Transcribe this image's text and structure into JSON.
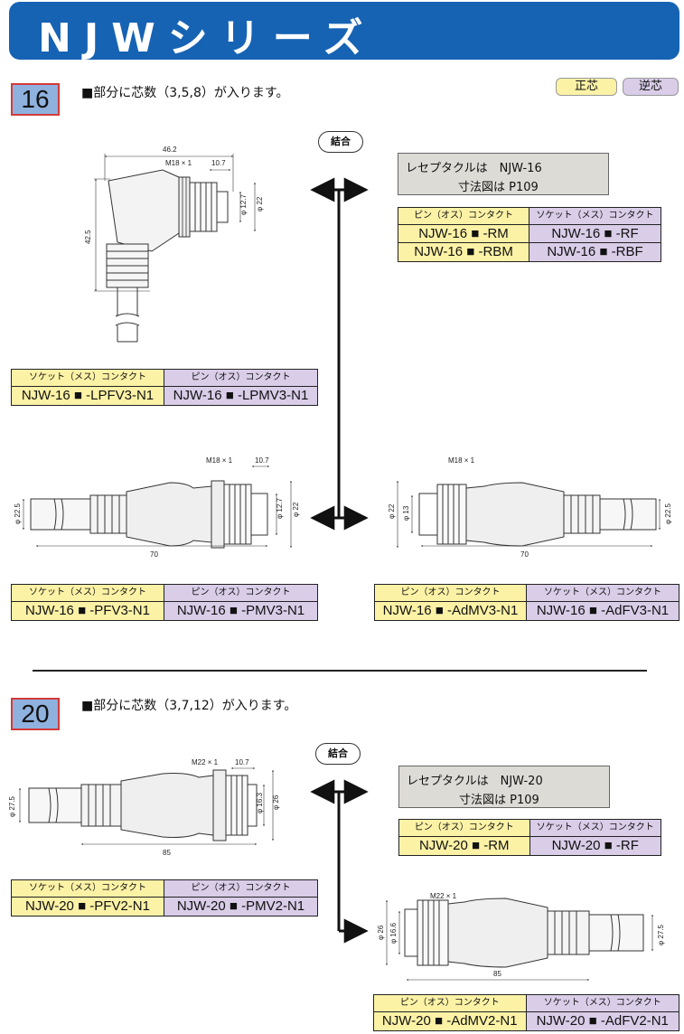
{
  "header": {
    "title": "NJWシリーズ"
  },
  "legend": {
    "normal": "正芯",
    "reverse": "逆芯"
  },
  "sections": [
    {
      "number": "16",
      "note": "■部分に芯数（3,5,8）が入ります。",
      "mate_label": "結合",
      "receptacle": {
        "line1": "レセプタクルは　NJW-16",
        "line2": "寸法図は P109"
      },
      "receptacle_table": {
        "headers": [
          "ピン（オス）コンタクト",
          "ソケット（メス）コンタクト"
        ],
        "rows": [
          [
            "NJW-16 ■ -RM",
            "NJW-16 ■ -RF"
          ],
          [
            "NJW-16 ■ -RBM",
            "NJW-16 ■ -RBF"
          ]
        ]
      },
      "angle_table": {
        "headers": [
          "ソケット（メス）コンタクト",
          "ピン（オス）コンタクト"
        ],
        "rows": [
          [
            "NJW-16 ■ -LPFV3-N1",
            "NJW-16 ■ -LPMV3-N1"
          ]
        ]
      },
      "plug_table": {
        "headers": [
          "ソケット（メス）コンタクト",
          "ピン（オス）コンタクト"
        ],
        "rows": [
          [
            "NJW-16 ■ -PFV3-N1",
            "NJW-16 ■ -PMV3-N1"
          ]
        ]
      },
      "adapter_table": {
        "headers": [
          "ピン（オス）コンタクト",
          "ソケット（メス）コンタクト"
        ],
        "rows": [
          [
            "NJW-16 ■ -AdMV3-N1",
            "NJW-16 ■ -AdFV3-N1"
          ]
        ]
      },
      "dims": {
        "angle": {
          "w": "46.2",
          "thread": "M18 × 1",
          "t": "10.7",
          "h": "42.5",
          "d1": "φ 12.7",
          "d2": "φ 22"
        },
        "plug": {
          "thread": "M18 × 1",
          "t": "10.7",
          "dcable": "φ 22.5",
          "d1": "φ 12.7",
          "d2": "φ 22",
          "len": "70"
        },
        "adapter": {
          "thread": "M18 × 1",
          "d2": "φ 22",
          "d3": "φ 13",
          "dcable": "φ 22.5",
          "len": "70"
        }
      }
    },
    {
      "number": "20",
      "note": "■部分に芯数（3,7,12）が入ります。",
      "mate_label": "結合",
      "receptacle": {
        "line1": "レセプタクルは　NJW-20",
        "line2": "寸法図は P109"
      },
      "receptacle_table": {
        "headers": [
          "ピン（オス）コンタクト",
          "ソケット（メス）コンタクト"
        ],
        "rows": [
          [
            "NJW-20 ■ -RM",
            "NJW-20 ■ -RF"
          ]
        ]
      },
      "plug_table": {
        "headers": [
          "ソケット（メス）コンタクト",
          "ピン（オス）コンタクト"
        ],
        "rows": [
          [
            "NJW-20 ■ -PFV2-N1",
            "NJW-20 ■ -PMV2-N1"
          ]
        ]
      },
      "adapter_table": {
        "headers": [
          "ピン（オス）コンタクト",
          "ソケット（メス）コンタクト"
        ],
        "rows": [
          [
            "NJW-20 ■ -AdMV2-N1",
            "NJW-20 ■ -AdFV2-N1"
          ]
        ]
      },
      "dims": {
        "plug": {
          "thread": "M22 × 1",
          "t": "10.7",
          "dcable": "φ 27.5",
          "d1": "φ 16.3",
          "d2": "φ 26",
          "len": "85"
        },
        "adapter": {
          "thread": "M22 × 1",
          "d2": "φ 26",
          "d3": "φ 16.6",
          "dcable": "φ 27.5",
          "len": "85"
        }
      }
    }
  ],
  "colors": {
    "banner": "#1663b4",
    "badge": "#8fb1dd",
    "header_yellow": "#fcf2a6",
    "header_purple": "#d9cde8",
    "info_gray": "#dddbd6"
  }
}
